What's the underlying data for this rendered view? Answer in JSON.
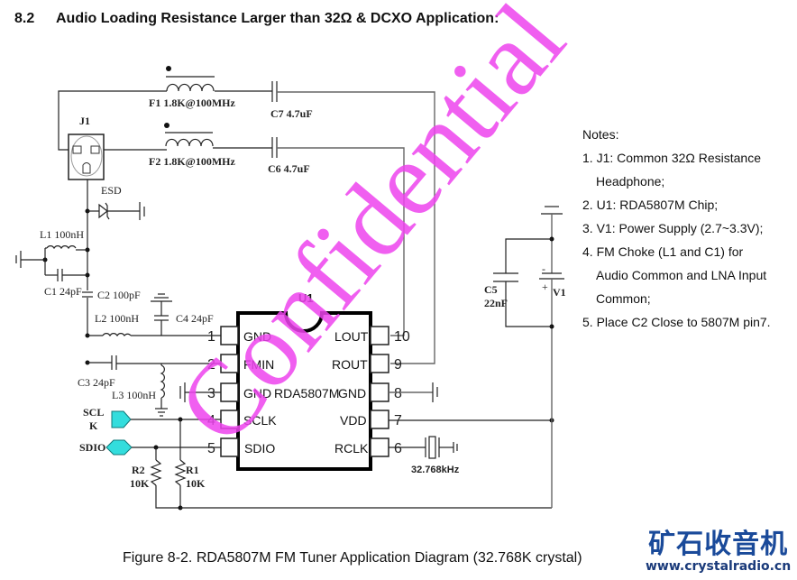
{
  "heading": {
    "number": "8.2",
    "title": "Audio Loading Resistance Larger than 32Ω & DCXO Application:"
  },
  "components": {
    "F1": "F1 1.8K@100MHz",
    "F2": "F2 1.8K@100MHz",
    "C7": "C7  4.7uF",
    "C6": "C6  4.7uF",
    "J1": "J1",
    "ESD": "ESD",
    "L1": "L1  100nH",
    "C1": "C1 24pF",
    "C2": "C2 100pF",
    "L2": "L2  100nH",
    "C4": "C4 24pF",
    "C3": "C3  24pF",
    "L3": "L3  100nH",
    "R1_name": "R1",
    "R1_value": "10K",
    "R2_name": "R2",
    "R2_value": "10K",
    "C5_name": "C5",
    "C5_value": "22nF",
    "V1": "V1",
    "V1_minus": "-",
    "V1_plus": "+",
    "crystal": "32.768kHz",
    "SCLK_port_line1": "SCL",
    "SCLK_port_line2": "K",
    "SDIO_port": "SDIO"
  },
  "chip": {
    "ref": "U1",
    "part": "RDA5807M",
    "left_pins": [
      {
        "num": "1",
        "name": "GND"
      },
      {
        "num": "2",
        "name": "FMIN"
      },
      {
        "num": "3",
        "name": "GND"
      },
      {
        "num": "4",
        "name": "SCLK"
      },
      {
        "num": "5",
        "name": "SDIO"
      }
    ],
    "right_pins": [
      {
        "num": "10",
        "name": "LOUT"
      },
      {
        "num": "9",
        "name": "ROUT"
      },
      {
        "num": "8",
        "name": "GND"
      },
      {
        "num": "7",
        "name": "VDD"
      },
      {
        "num": "6",
        "name": "RCLK"
      }
    ]
  },
  "notes": {
    "title": "Notes:",
    "items": [
      "1. J1: Common 32Ω Resistance",
      "Headphone;",
      "2. U1: RDA5807M Chip;",
      "3. V1: Power Supply (2.7~3.3V);",
      "4. FM Choke (L1 and C1) for",
      "Audio Common and LNA Input",
      "Common;",
      "5. Place C2 Close to 5807M pin7."
    ]
  },
  "caption": "Figure 8-2. RDA5807M FM Tuner Application Diagram (32.768K crystal)",
  "watermark": "Confidential",
  "brand": {
    "name_cn": "矿石收音机",
    "url": "www.crystalradio.cn"
  },
  "colors": {
    "watermark": "#ee44ee",
    "port_fill": "#33dddd",
    "brand": "#1a4a9a"
  }
}
